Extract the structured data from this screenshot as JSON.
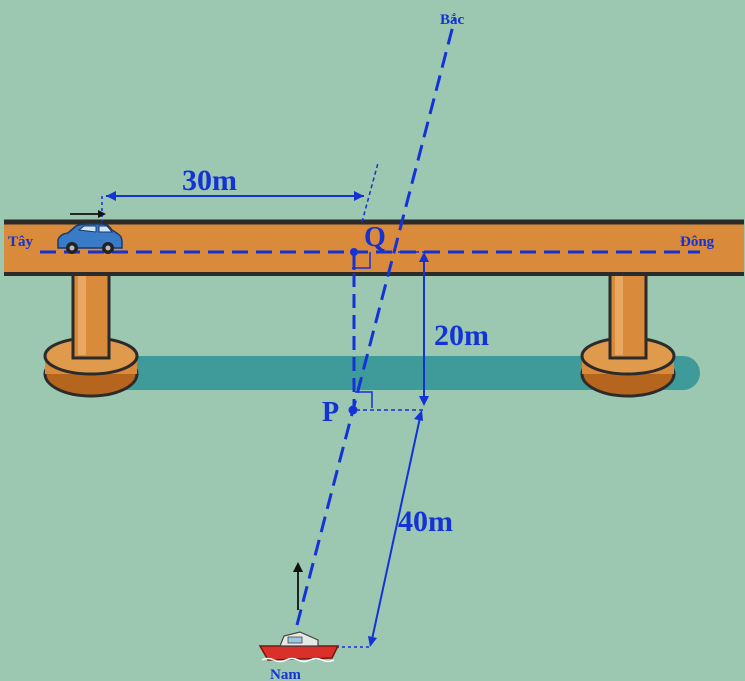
{
  "colors": {
    "background": "#9CC7B1",
    "bridge": "#D98A3A",
    "bridge_edge": "#2B2B2B",
    "pillar": "#D98A3A",
    "shadow": "#3F9A9A",
    "line_blue": "#1432D6",
    "car": "#3A7BC8",
    "boat": "#D9302A"
  },
  "labels": {
    "west": "Tây",
    "east": "Đông",
    "north": "Bắc",
    "south": "Nam",
    "point_q": "Q",
    "point_p": "P",
    "dist_car": "30m",
    "dist_height": "20m",
    "dist_boat": "40m"
  },
  "icons": {
    "car": "car-icon",
    "boat": "boat-icon",
    "car_arrow": "arrow-right-icon",
    "boat_arrow": "arrow-up-icon"
  }
}
